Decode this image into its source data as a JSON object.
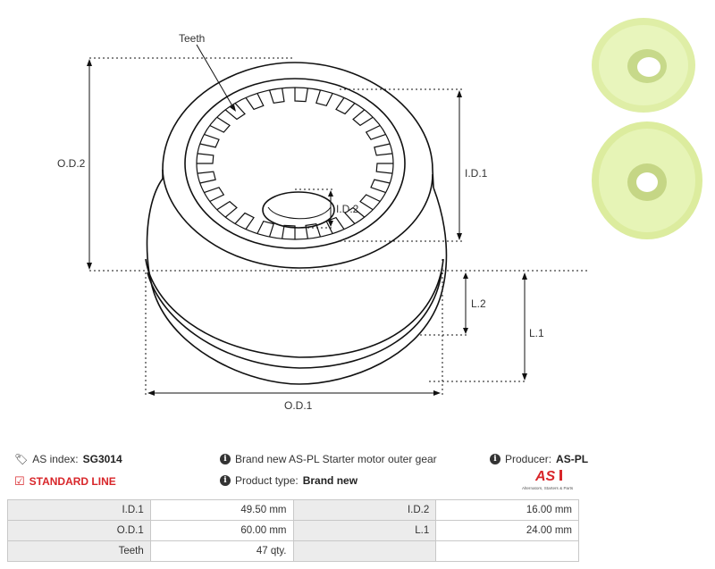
{
  "drawing": {
    "labels": {
      "teeth": "Teeth",
      "od2": "O.D.2",
      "id1": "I.D.1",
      "id2": "I.D.2",
      "l2": "L.2",
      "l1": "L.1",
      "od1": "O.D.1"
    }
  },
  "info": {
    "as_index_label": "AS index:",
    "as_index_value": "SG3014",
    "line_label": "STANDARD LINE",
    "description": "Brand new AS-PL Starter motor outer gear",
    "product_type_label": "Product type:",
    "product_type_value": "Brand new",
    "producer_label": "Producer:",
    "producer_value": "AS-PL",
    "logo_text": "AS",
    "logo_tagline": "Alternators, Starters & Parts"
  },
  "specs": {
    "rows": [
      {
        "l1": "I.D.1",
        "v1": "49.50 mm",
        "l2": "I.D.2",
        "v2": "16.00 mm"
      },
      {
        "l1": "O.D.1",
        "v1": "60.00 mm",
        "l2": "L.1",
        "v2": "24.00 mm"
      },
      {
        "l1": "Teeth",
        "v1": "47 qty.",
        "l2": "",
        "v2": ""
      }
    ]
  },
  "colors": {
    "accent_red": "#d8262a",
    "gear_green": "#e4f3b4",
    "label_bg": "#ececec"
  }
}
